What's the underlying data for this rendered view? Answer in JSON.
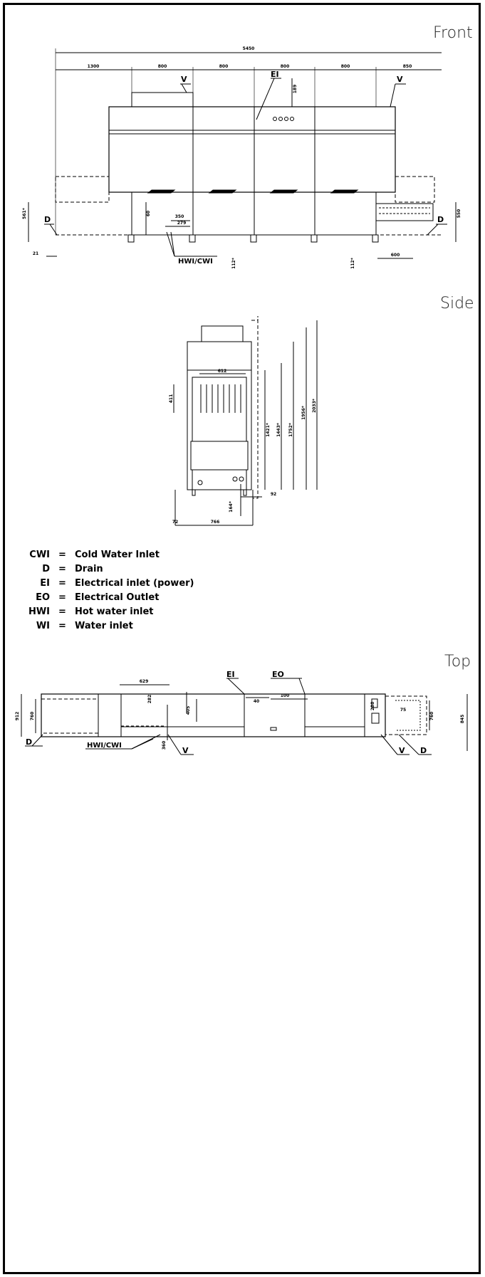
{
  "views": {
    "front": {
      "title": "Front"
    },
    "side": {
      "title": "Side"
    },
    "top": {
      "title": "Top"
    }
  },
  "front_dims": {
    "overall": "5450",
    "seg1": "1300",
    "seg2": "800",
    "seg3": "800",
    "seg4": "800",
    "seg5": "800",
    "seg6": "850",
    "h_ei": "189",
    "h_left": "561*",
    "h_right": "550",
    "h_60": "60",
    "d_350": "350",
    "d_279": "279",
    "d_21": "21",
    "d_600": "600",
    "d_112a": "112*",
    "d_112b": "112*"
  },
  "front_labels": {
    "v1": "V",
    "v2": "V",
    "ei": "EI",
    "d1": "D",
    "d2": "D",
    "hwi_cwi": "HWI/CWI"
  },
  "side_dims": {
    "w612": "612",
    "h411": "411",
    "h1421": "1421*",
    "h1443": "1443*",
    "h1752": "1752*",
    "h1956": "1956*",
    "h2033": "2033*",
    "d92": "92",
    "d164": "164*",
    "d72": "72",
    "d766": "766"
  },
  "top_dims": {
    "d629": "629",
    "d282": "282",
    "d405": "405",
    "d40": "40",
    "d100": "100",
    "h912": "912",
    "h760l": "760",
    "h760r": "760",
    "h845": "845",
    "d288": "288",
    "d75": "75",
    "d360": "360"
  },
  "top_labels": {
    "ei": "EI",
    "eo": "EO",
    "d1": "D",
    "d2": "D",
    "v1": "V",
    "v2": "V",
    "hwi_cwi": "HWI/CWI"
  },
  "legend": [
    {
      "code": "CWI",
      "eq": "=",
      "desc": "Cold Water Inlet"
    },
    {
      "code": "D",
      "eq": "=",
      "desc": "Drain"
    },
    {
      "code": "EI",
      "eq": "=",
      "desc": "Electrical inlet (power)"
    },
    {
      "code": "EO",
      "eq": "=",
      "desc": "Electrical Outlet"
    },
    {
      "code": "HWI",
      "eq": "=",
      "desc": "Hot water inlet"
    },
    {
      "code": "WI",
      "eq": "=",
      "desc": "Water inlet"
    }
  ]
}
